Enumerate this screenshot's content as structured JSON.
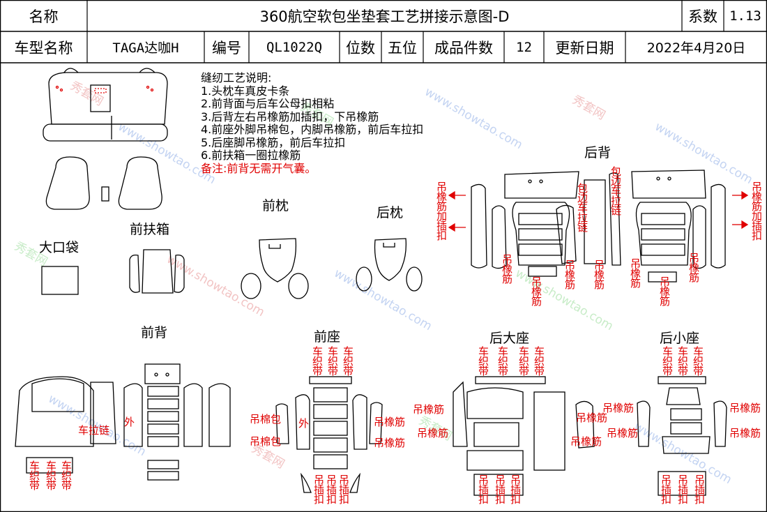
{
  "header": {
    "name_label": "名称",
    "title": "360航空软包坐垫套工艺拼接示意图-D",
    "coef_label": "系数",
    "coef_value": "1.13",
    "model_label": "车型名称",
    "model_value": "TAGA达咖H",
    "code_label": "编号",
    "code_value": "QL1022Q",
    "seats_label": "位数",
    "seats_value": "五位",
    "pieces_label": "成品件数",
    "pieces_value": "12",
    "date_label": "更新日期",
    "date_value": "2022年4月20日"
  },
  "notes": {
    "heading": "缝纫工艺说明:",
    "items": [
      "1.头枕车真皮卡条",
      "2.前背面与后车公母扣相粘",
      "3.后背左右吊橡筋加插扣，下吊橡筋",
      "4.前座外脚吊棉包，内脚吊橡筋，前后车拉扣",
      "5.后座脚吊橡筋，前后车拉扣",
      "6.前扶箱一圈拉橡筋"
    ],
    "remark": "备注:前背无需开气囊。"
  },
  "sections": {
    "front_armrest": "前扶箱",
    "big_pocket": "大口袋",
    "front_pillow": "前枕",
    "rear_pillow": "后枕",
    "rear_back": "后背",
    "front_back": "前背",
    "front_seat": "前座",
    "rear_big_seat": "后大座",
    "rear_small_seat": "后小座"
  },
  "annotations": {
    "hang_elastic": "吊橡筋",
    "hang_elastic_add_clip": "吊橡筋加插扣",
    "hang_clip": "吊插扣",
    "edge_zipper": "包边车拉链",
    "car_zipper": "车拉链",
    "outer": "外",
    "hang_cotton": "吊棉包",
    "car_woven_belt": "车织带"
  },
  "watermark": {
    "brand_cn": "秀套网",
    "site": "www.showtao.com"
  },
  "colors": {
    "line": "#000000",
    "annotation": "#e00000",
    "watermark_a": "#f2c4c4",
    "watermark_b": "#c4d4f2",
    "watermark_c": "#c8ecc8"
  }
}
